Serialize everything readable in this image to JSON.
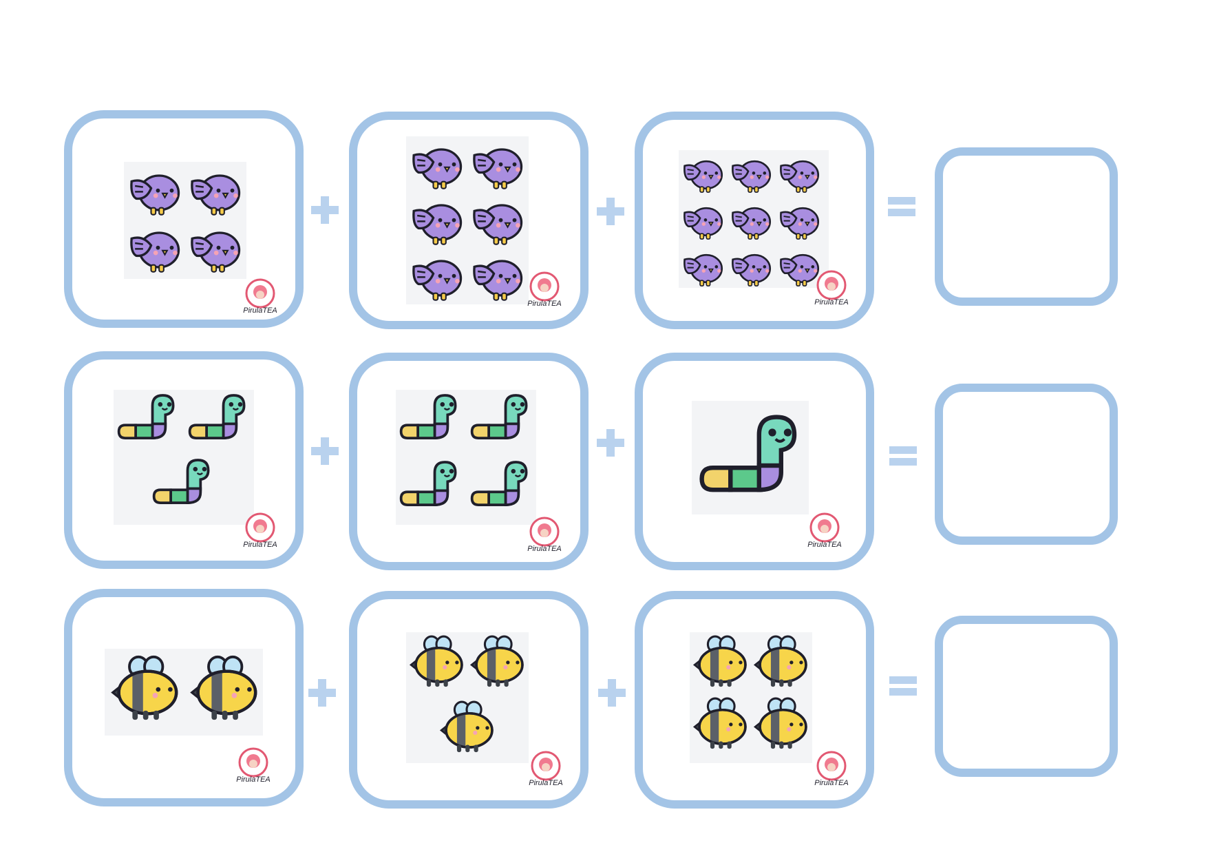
{
  "worksheet": {
    "brand_logo": "PirulaTEA",
    "operators": {
      "plus": "+",
      "equals": "="
    },
    "rows": [
      {
        "animal": "bird-icon",
        "color": "#a98ee0",
        "groups": [
          4,
          6,
          9
        ]
      },
      {
        "animal": "worm-icon",
        "color": "#78d9bd",
        "groups": [
          3,
          4,
          1
        ]
      },
      {
        "animal": "bee-icon",
        "color": "#f7d54a",
        "groups": [
          2,
          3,
          4
        ]
      }
    ],
    "answers": [
      "",
      "",
      ""
    ],
    "colors": {
      "frame": "#a3c4e6",
      "operator": "#b9d2ee",
      "logo": "#e25872"
    }
  }
}
